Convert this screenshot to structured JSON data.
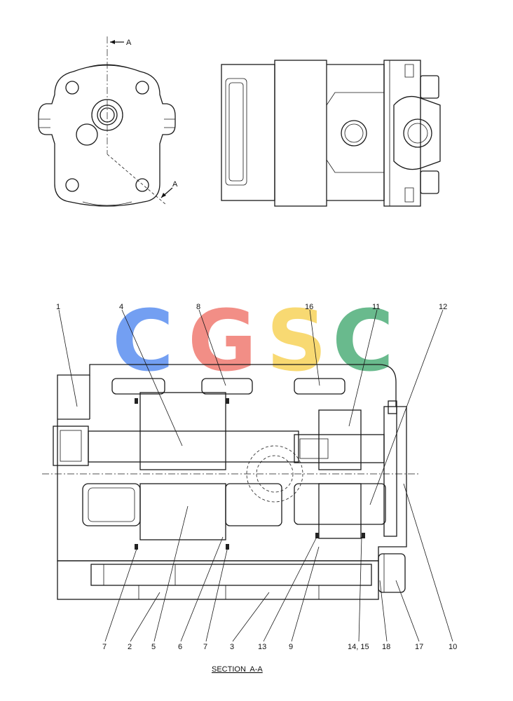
{
  "section_marks": [
    "A",
    "A"
  ],
  "callouts": [
    {
      "id": "c1",
      "text": "1"
    },
    {
      "id": "c4",
      "text": "4"
    },
    {
      "id": "c8",
      "text": "8"
    },
    {
      "id": "c16",
      "text": "16"
    },
    {
      "id": "c11",
      "text": "11"
    },
    {
      "id": "c12",
      "text": "12"
    },
    {
      "id": "c7a",
      "text": "7"
    },
    {
      "id": "c2",
      "text": "2"
    },
    {
      "id": "c5",
      "text": "5"
    },
    {
      "id": "c6",
      "text": "6"
    },
    {
      "id": "c7b",
      "text": "7"
    },
    {
      "id": "c3",
      "text": "3"
    },
    {
      "id": "c13",
      "text": "13"
    },
    {
      "id": "c9",
      "text": "9"
    },
    {
      "id": "c1415",
      "text": "14, 15"
    },
    {
      "id": "c18",
      "text": "18"
    },
    {
      "id": "c17",
      "text": "17"
    },
    {
      "id": "c10",
      "text": "10"
    }
  ],
  "section_title": "SECTION  A-A",
  "watermark": {
    "letters": [
      "C",
      "G",
      "S",
      "C"
    ],
    "colors": [
      "#5b8ff0",
      "#f07b72",
      "#f7d35a",
      "#4fae7a"
    ]
  }
}
